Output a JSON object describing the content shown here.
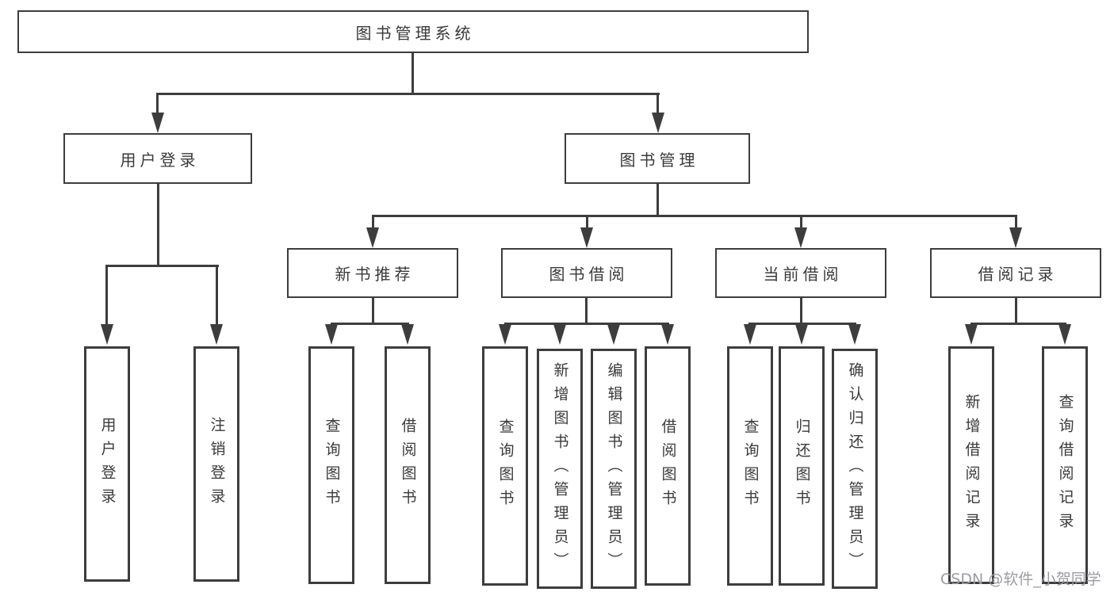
{
  "colors": {
    "line": "#3d3d3d",
    "box_border": "#3d3d3d",
    "box_background": "#ffffff",
    "text": "#3a3a3a",
    "watermark": "#9b9ba1",
    "background": "#ffffff"
  },
  "nodes": {
    "root": {
      "label": "图书管理系统"
    },
    "l2": [
      {
        "label": "用户登录"
      },
      {
        "label": "图书管理"
      }
    ],
    "l3": [
      {
        "label": "新书推荐"
      },
      {
        "label": "图书借阅"
      },
      {
        "label": "当前借阅"
      },
      {
        "label": "借阅记录"
      }
    ],
    "l4": [
      {
        "label": "用户登录"
      },
      {
        "label": "注销登录"
      },
      {
        "label": "查询图书"
      },
      {
        "label": "借阅图书"
      },
      {
        "label": "查询图书"
      },
      {
        "label": "新增图书（管理员）"
      },
      {
        "label": "编辑图书（管理员）"
      },
      {
        "label": "借阅图书"
      },
      {
        "label": "查询图书"
      },
      {
        "label": "归还图书"
      },
      {
        "label": "确认归还（管理员）"
      },
      {
        "label": "新增借阅记录"
      },
      {
        "label": "查询借阅记录"
      }
    ]
  },
  "watermark": {
    "text": "CSDN @软件_小贺同学"
  }
}
